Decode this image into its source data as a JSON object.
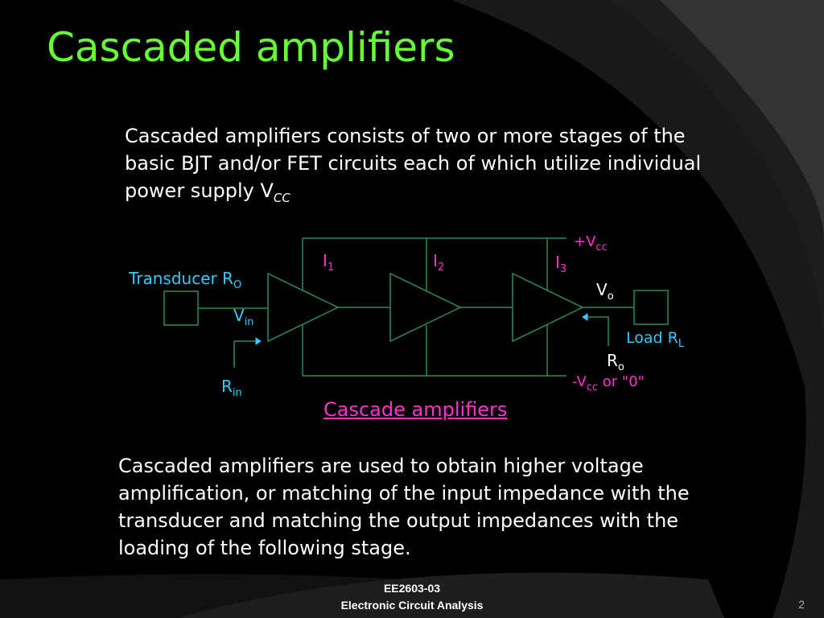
{
  "slide": {
    "title": "Cascaded amplifiers",
    "para1_text": "Cascaded amplifiers consists of two or more stages of the basic BJT and/or FET circuits each of which utilize individual power supply V",
    "para1_sub": "CC",
    "caption": "Cascade amplifiers",
    "para2_text": "Cascaded amplifiers are used to obtain higher voltage amplification, or matching of the input impedance with the transducer and matching the output impedances with the loading of the following stage.",
    "footer_line1": "EE2603-03",
    "footer_line2": "Electronic Circuit Analysis",
    "page_number": "2"
  },
  "diagram": {
    "transducer": "Transducer R",
    "transducer_sub": "O",
    "vin": "V",
    "vin_sub": "in",
    "rin": "R",
    "rin_sub": "in",
    "i1": "I",
    "i1_sub": "1",
    "i2": "I",
    "i2_sub": "2",
    "i3": "I",
    "i3_sub": "3",
    "vcc_pos": "+V",
    "vcc_pos_sub": "cc",
    "vo": "V",
    "vo_sub": "o",
    "load": "Load R",
    "load_sub": "L",
    "ro": "R",
    "ro_sub": "o",
    "vcc_neg": "-V",
    "vcc_neg_sub": "cc",
    "vcc_neg_suffix": " or \"0\""
  },
  "colors": {
    "title": "#66ff33",
    "text": "#ffffff",
    "circuit": "#2e8b57",
    "label_cyan": "#33ccff",
    "label_magenta": "#ff33cc"
  }
}
